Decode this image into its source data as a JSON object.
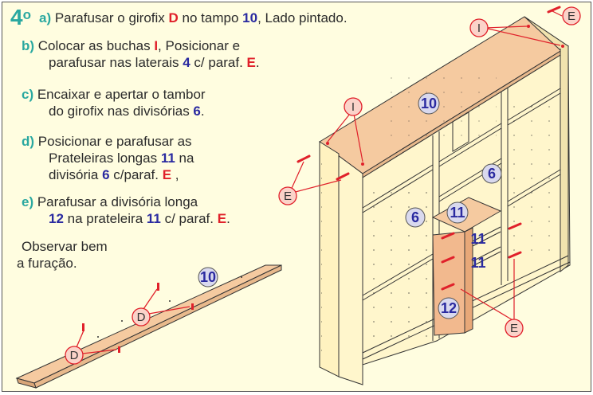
{
  "step": {
    "number": "4",
    "ordinal": "o"
  },
  "instructions": [
    {
      "letter": "a)",
      "parts": [
        {
          "t": "Parafusar o girofix ",
          "s": "n"
        },
        {
          "t": "D",
          "s": "r"
        },
        {
          "t": " no tampo ",
          "s": "n"
        },
        {
          "t": "10",
          "s": "b"
        },
        {
          "t": ", Lado pintado.",
          "s": "n"
        }
      ]
    },
    {
      "letter": "b)",
      "lines": [
        [
          {
            "t": "Colocar as buchas ",
            "s": "n"
          },
          {
            "t": "I",
            "s": "r"
          },
          {
            "t": ", Posicionar e",
            "s": "n"
          }
        ],
        [
          {
            "t": "parafusar nas laterais ",
            "s": "n"
          },
          {
            "t": "4",
            "s": "b"
          },
          {
            "t": " c/ paraf. ",
            "s": "n"
          },
          {
            "t": "E",
            "s": "r"
          },
          {
            "t": ".",
            "s": "n"
          }
        ]
      ]
    },
    {
      "letter": "c)",
      "lines": [
        [
          {
            "t": "Encaixar e apertar o tambor",
            "s": "n"
          }
        ],
        [
          {
            "t": "do girofix nas divisórias ",
            "s": "n"
          },
          {
            "t": "6",
            "s": "b"
          },
          {
            "t": ".",
            "s": "n"
          }
        ]
      ]
    },
    {
      "letter": "d)",
      "lines": [
        [
          {
            "t": "Posicionar e parafusar as",
            "s": "n"
          }
        ],
        [
          {
            "t": "Prateleiras longas ",
            "s": "n"
          },
          {
            "t": "11",
            "s": "b"
          },
          {
            "t": " na",
            "s": "n"
          }
        ],
        [
          {
            "t": "divisória ",
            "s": "n"
          },
          {
            "t": "6",
            "s": "b"
          },
          {
            "t": " c/paraf. ",
            "s": "n"
          },
          {
            "t": "E",
            "s": "r"
          },
          {
            "t": " ,",
            "s": "n"
          }
        ]
      ]
    },
    {
      "letter": "e)",
      "lines": [
        [
          {
            "t": "Parafusar a divisória longa",
            "s": "n"
          }
        ],
        [
          {
            "t": "12",
            "s": "b"
          },
          {
            "t": " na prateleira ",
            "s": "n"
          },
          {
            "t": "11",
            "s": "b"
          },
          {
            "t": " c/ paraf. ",
            "s": "n"
          },
          {
            "t": "E",
            "s": "r"
          },
          {
            "t": ".",
            "s": "n"
          }
        ]
      ]
    }
  ],
  "note": [
    "Observar bem",
    "a furação."
  ],
  "callouts": {
    "I": "I",
    "E": "E",
    "D": "D"
  },
  "parts": {
    "tampo": "10",
    "divisoria": "6",
    "prateleira": "11",
    "divisoria_longa": "12"
  },
  "colors": {
    "panel": "#fff6cc",
    "tampo": "#f5caa0",
    "divisoria_longa": "#f2b98e",
    "callout_fill": "#fbd3c9",
    "callout_stroke": "#e0202a",
    "number_fill": "#d9d9ee",
    "navy": "#2a2aa0",
    "teal": "#2aa8a0"
  }
}
